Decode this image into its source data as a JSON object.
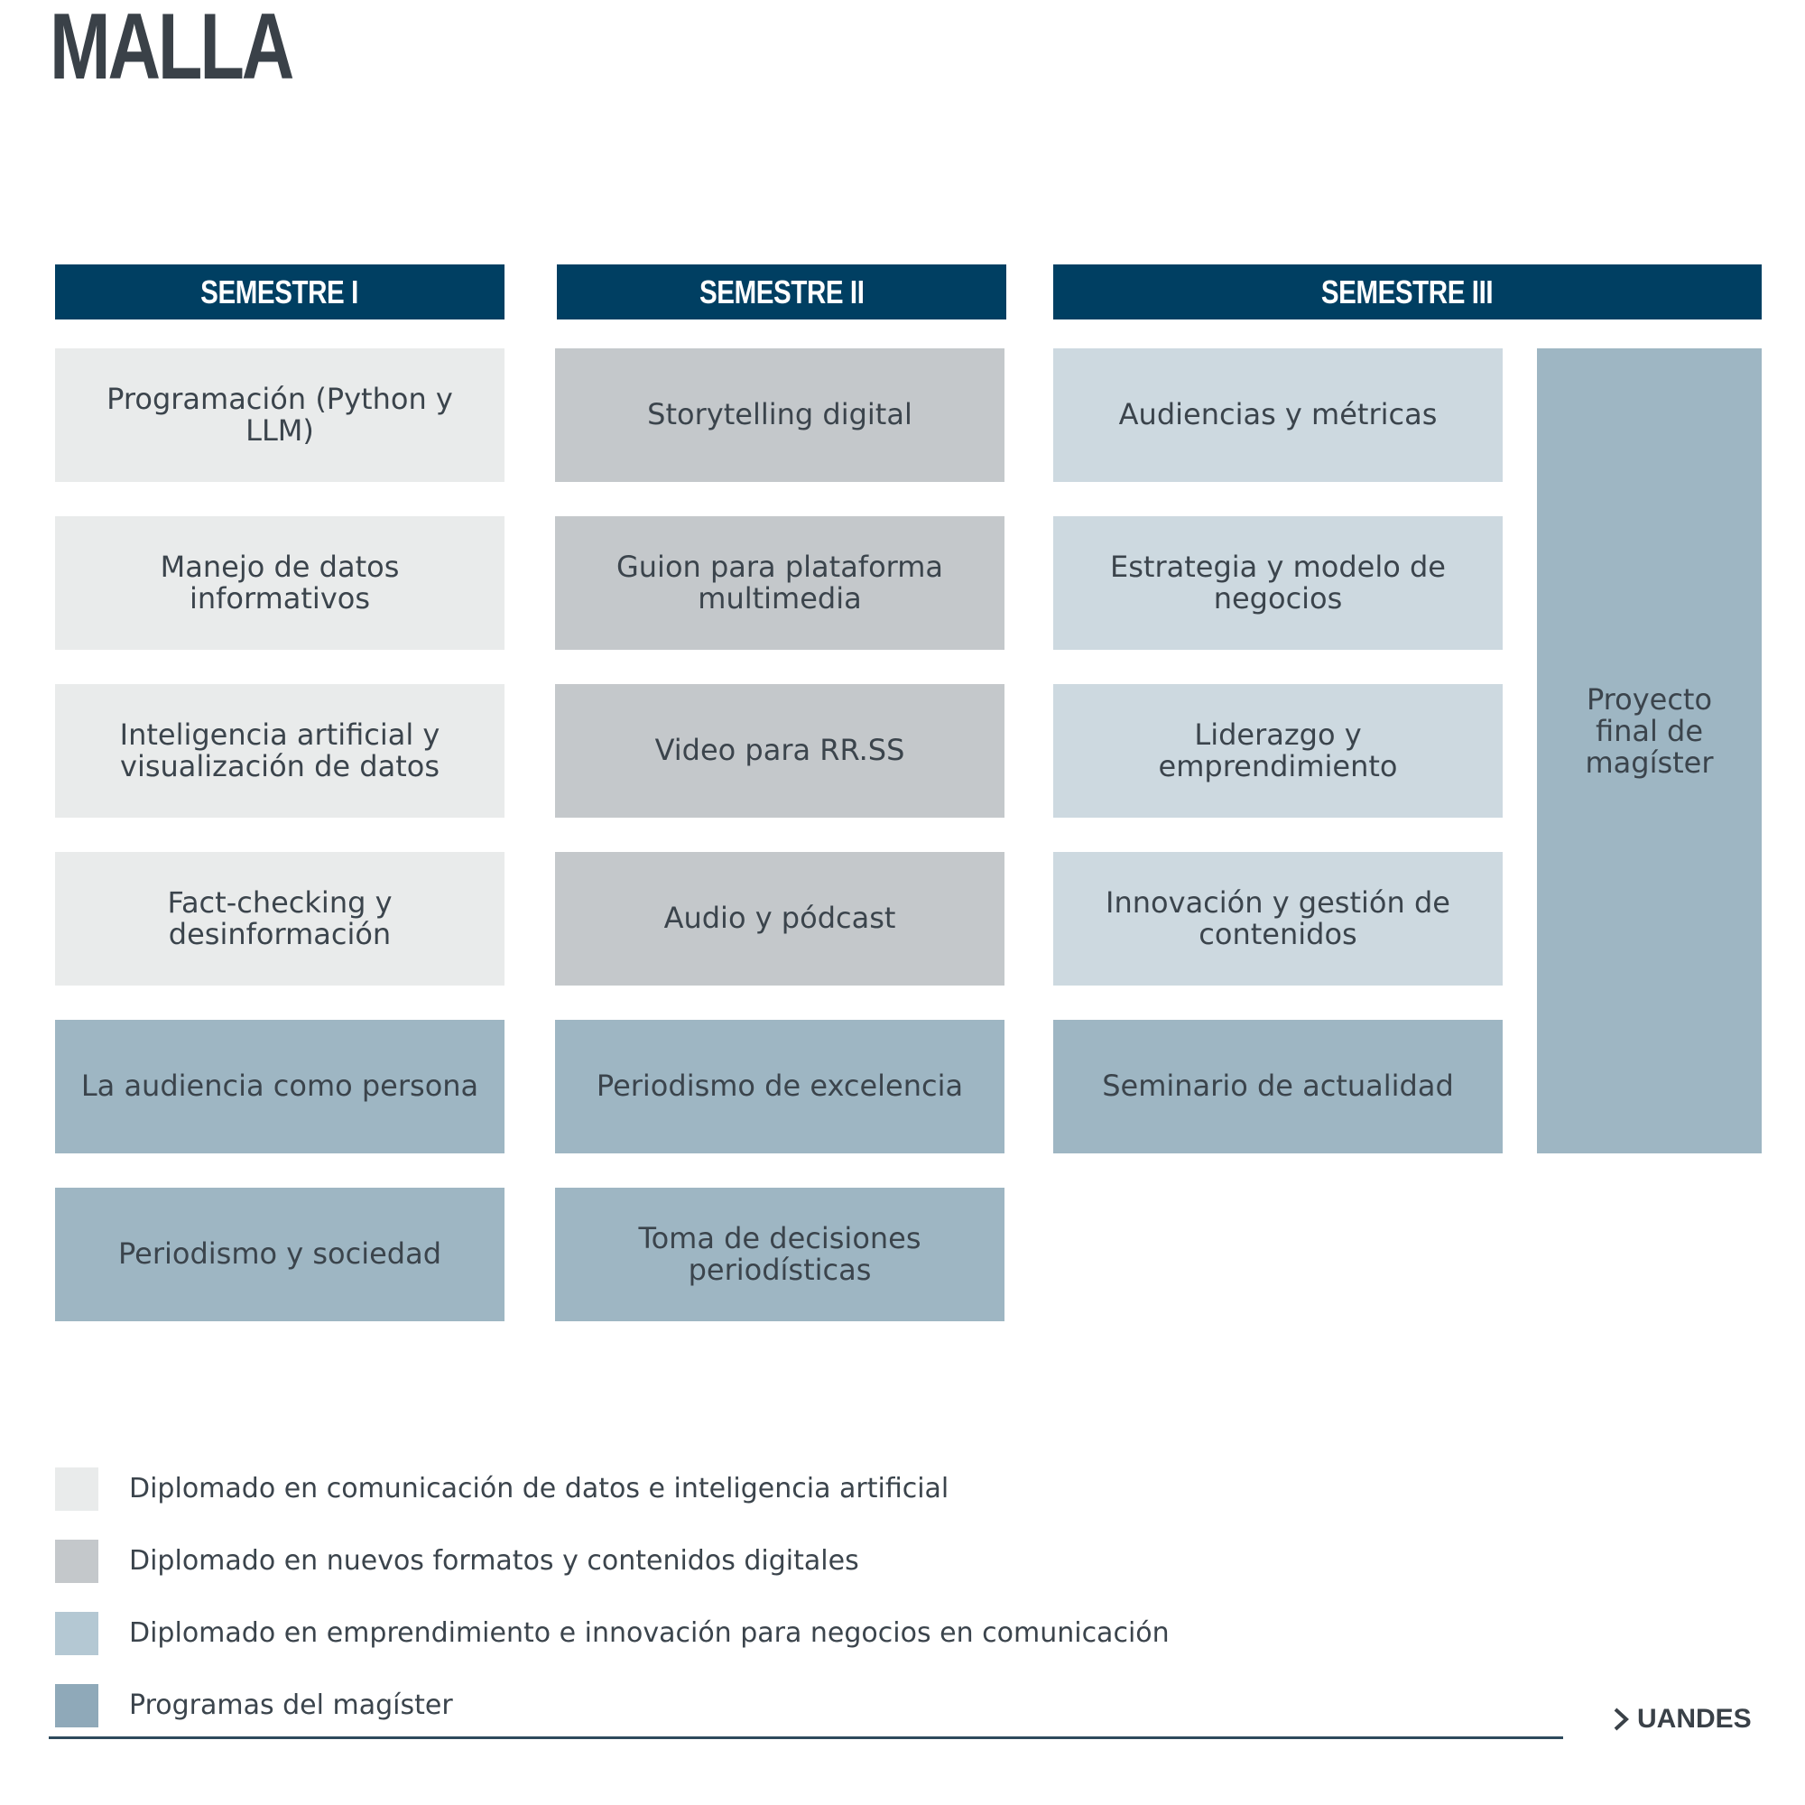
{
  "title": "MALLA",
  "semesters": [
    {
      "label": "SEMESTRE I"
    },
    {
      "label": "SEMESTRE II"
    },
    {
      "label": "SEMESTRE III"
    }
  ],
  "courses": {
    "s1": [
      "Programación (Python y LLM)",
      "Manejo de datos informativos",
      "Inteligencia artificial y visualización de datos",
      "Fact-checking y desinformación",
      "La audiencia como persona",
      "Periodismo y sociedad"
    ],
    "s2": [
      "Storytelling digital",
      "Guion para plataforma multimedia",
      "Video para RR.SS",
      "Audio y pódcast",
      "Periodismo de excelencia",
      "Toma de decisiones periodísticas"
    ],
    "s3": [
      "Audiencias y métricas",
      "Estrategia y modelo de negocios",
      "Liderazgo y emprendimiento",
      "Innovación y gestión de contenidos",
      "Seminario de actualidad"
    ],
    "final_project": "Proyecto final de magíster"
  },
  "legend": [
    {
      "label": "Diplomado en comunicación de datos e inteligencia artificial",
      "color": "#e9ebeb"
    },
    {
      "label": "Diplomado en nuevos formatos y contenidos digitales",
      "color": "#c4c8cb"
    },
    {
      "label": "Diplomado en emprendimiento e innovación para negocios en comunicación",
      "color": "#b4c8d3"
    },
    {
      "label": "Programas del magíster",
      "color": "#8fa9b9"
    }
  ],
  "brand": "UANDES",
  "colors": {
    "header": "#003f62",
    "light": "#e9ebeb",
    "grey": "#c4c8cb",
    "blue": "#cdd9e0",
    "dark": "#9eb6c3"
  }
}
